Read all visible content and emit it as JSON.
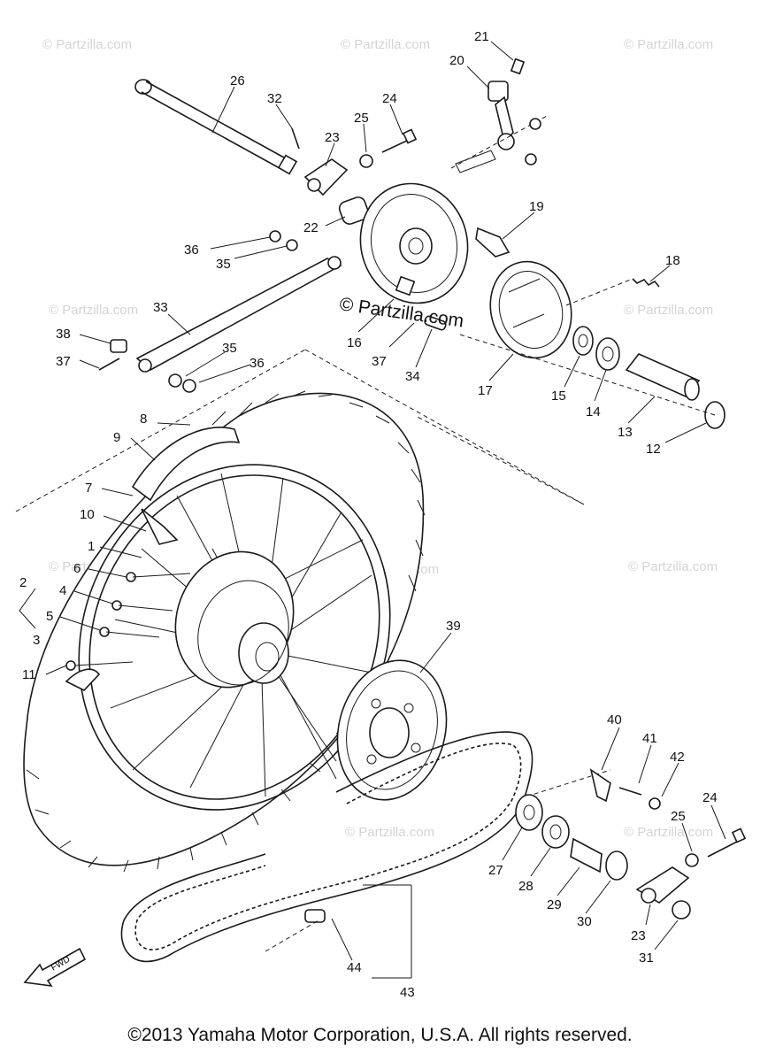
{
  "watermark": "© Partzilla.com",
  "center_brand": "© Partzilla.com",
  "fwd_label": "FWD",
  "copyright": "©2013  Yamaha Motor Corporation, U.S.A. All rights reserved.",
  "callouts": {
    "c21": "21",
    "c20": "20",
    "c26": "26",
    "c32": "32",
    "c24a": "24",
    "c25a": "25",
    "c23a": "23",
    "c19": "19",
    "c22": "22",
    "c36a": "36",
    "c35a": "35",
    "c18": "18",
    "c33": "33",
    "c16": "16",
    "c38": "38",
    "c35b": "35",
    "c36b": "36",
    "c37a": "37",
    "c37b": "37",
    "c34": "34",
    "c17": "17",
    "c15": "15",
    "c14": "14",
    "c13": "13",
    "c12": "12",
    "c8": "8",
    "c9": "9",
    "c7": "7",
    "c10": "10",
    "c1": "1",
    "c6": "6",
    "c2": "2",
    "c4": "4",
    "c5": "5",
    "c3": "3",
    "c11": "11",
    "c39": "39",
    "c40": "40",
    "c41": "41",
    "c42": "42",
    "c24b": "24",
    "c25b": "25",
    "c27": "27",
    "c28": "28",
    "c29": "29",
    "c30": "30",
    "c23b": "23",
    "c31": "31",
    "c44": "44",
    "c43": "43"
  }
}
